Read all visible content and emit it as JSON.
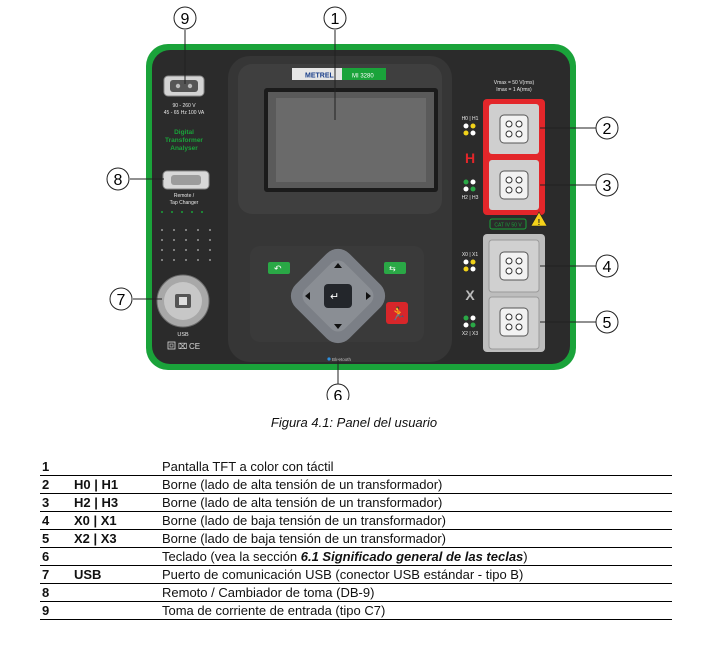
{
  "device": {
    "brand": "METREL",
    "model": "MI 3280",
    "power_label_line1": "90 - 260 V",
    "power_label_line2": "45 - 65 Hz 100 VA",
    "product_line1": "Digital",
    "product_line2": "Transformer",
    "product_line3": "Analyser",
    "remote_label_line1": "Remote /",
    "remote_label_line2": "Tap Changer",
    "usb_label": "USB",
    "limits_line1": "Vmax = 50 V(rms)",
    "limits_line2": "Imax = 1 A(rms)",
    "h0h1": "H0 | H1",
    "h_letter": "H",
    "h2h3": "H2 | H3",
    "cat_label": "CAT IV 50 V",
    "x0x1": "X0 | X1",
    "x_letter": "X",
    "x2x3": "X2 | X3",
    "bluetooth": "Bluetooth",
    "ce_mark": "CE"
  },
  "callouts": [
    "1",
    "2",
    "3",
    "4",
    "5",
    "6",
    "7",
    "8",
    "9"
  ],
  "caption": "Figura 4.1: Panel del usuario",
  "legend": [
    {
      "num": "1",
      "term": "",
      "desc": "Pantalla TFT a color con táctil"
    },
    {
      "num": "2",
      "term": "H0 | H1",
      "desc": "Borne (lado de alta tensión de un transformador)"
    },
    {
      "num": "3",
      "term": "H2 | H3",
      "desc": "Borne (lado de alta tensión de un transformador)"
    },
    {
      "num": "4",
      "term": "X0 | X1",
      "desc": "Borne (lado de baja tensión de un transformador)"
    },
    {
      "num": "5",
      "term": "X2 | X3",
      "desc": "Borne (lado de baja tensión de un transformador)"
    },
    {
      "num": "6",
      "term": "",
      "desc_pre": "Teclado (vea la sección ",
      "desc_emph": "6.1 Significado general de las teclas",
      "desc_post": ")"
    },
    {
      "num": "7",
      "term": "USB",
      "desc": "Puerto de comunicación USB (conector USB estándar - tipo B)"
    },
    {
      "num": "8",
      "term": "",
      "desc": "Remoto / Cambiador de toma (DB-9)"
    },
    {
      "num": "9",
      "term": "",
      "desc": "Toma de corriente de entrada (tipo C7)"
    }
  ],
  "colors": {
    "panel_green": "#1aa33a",
    "terminal_red": "#e3262a",
    "button_green": "#2aa846",
    "button_red": "#d8262a",
    "dark": "#262626"
  }
}
